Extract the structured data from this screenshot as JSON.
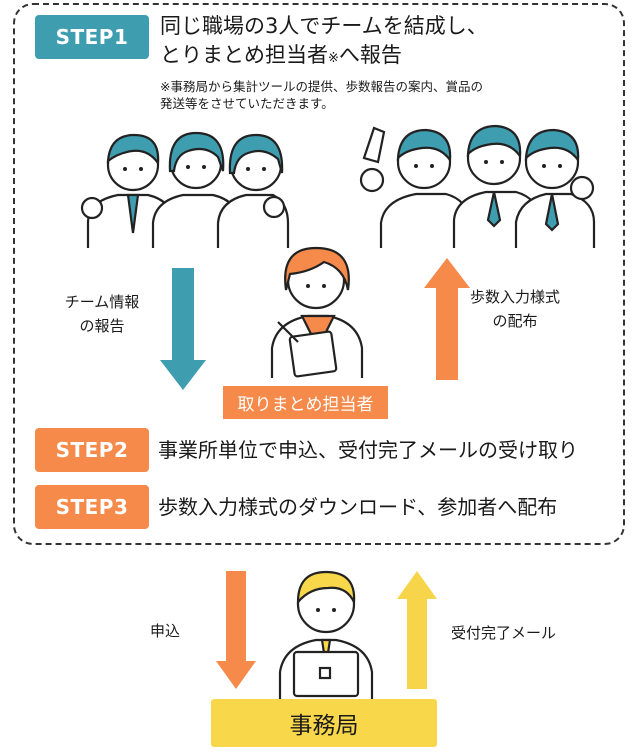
{
  "step1": {
    "badge": "STEP1",
    "line1": "同じ職場の3人でチームを結成し、",
    "line2": "とりまとめ担当者",
    "note_mark": "※",
    "line2_tail": "へ報告",
    "note_line1": "※事務局から集計ツールの提供、歩数報告の案内、賞品の",
    "note_line2": "発送等をさせていただきます。"
  },
  "left_arrow_label": {
    "line1": "チーム情報",
    "line2": "の報告"
  },
  "right_arrow_label": {
    "line1": "歩数入力様式",
    "line2": "の配布"
  },
  "coordinator_label": "取りまとめ担当者",
  "step2": {
    "badge": "STEP2",
    "text": "事業所単位で申込、受付完了メールの受け取り"
  },
  "step3": {
    "badge": "STEP3",
    "text": "歩数入力様式のダウンロード、参加者へ配布"
  },
  "apply_label": "申込",
  "mail_label": "受付完了メール",
  "office_label": "事務局",
  "colors": {
    "teal": "#3f9db0",
    "orange": "#f58a4b",
    "yellow": "#f8d74a",
    "arrow_yellow": "#f7d54a"
  }
}
